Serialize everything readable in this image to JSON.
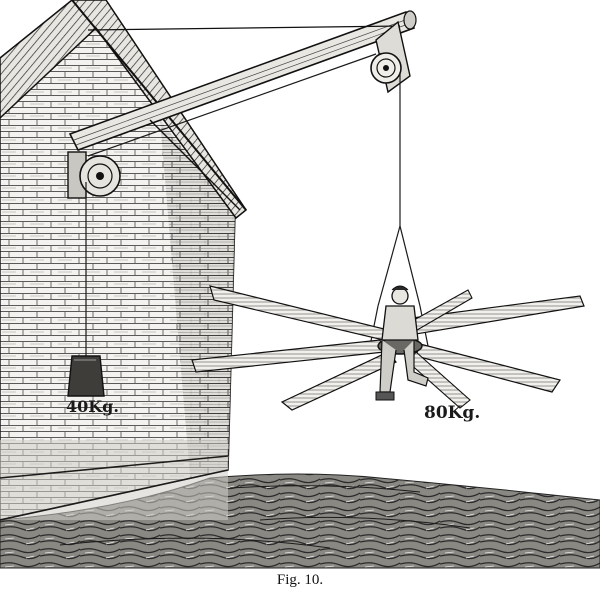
{
  "figure": {
    "caption": "Fig. 10.",
    "labels": {
      "counterweight": "40Kg.",
      "apparatus": "80Kg."
    }
  }
}
